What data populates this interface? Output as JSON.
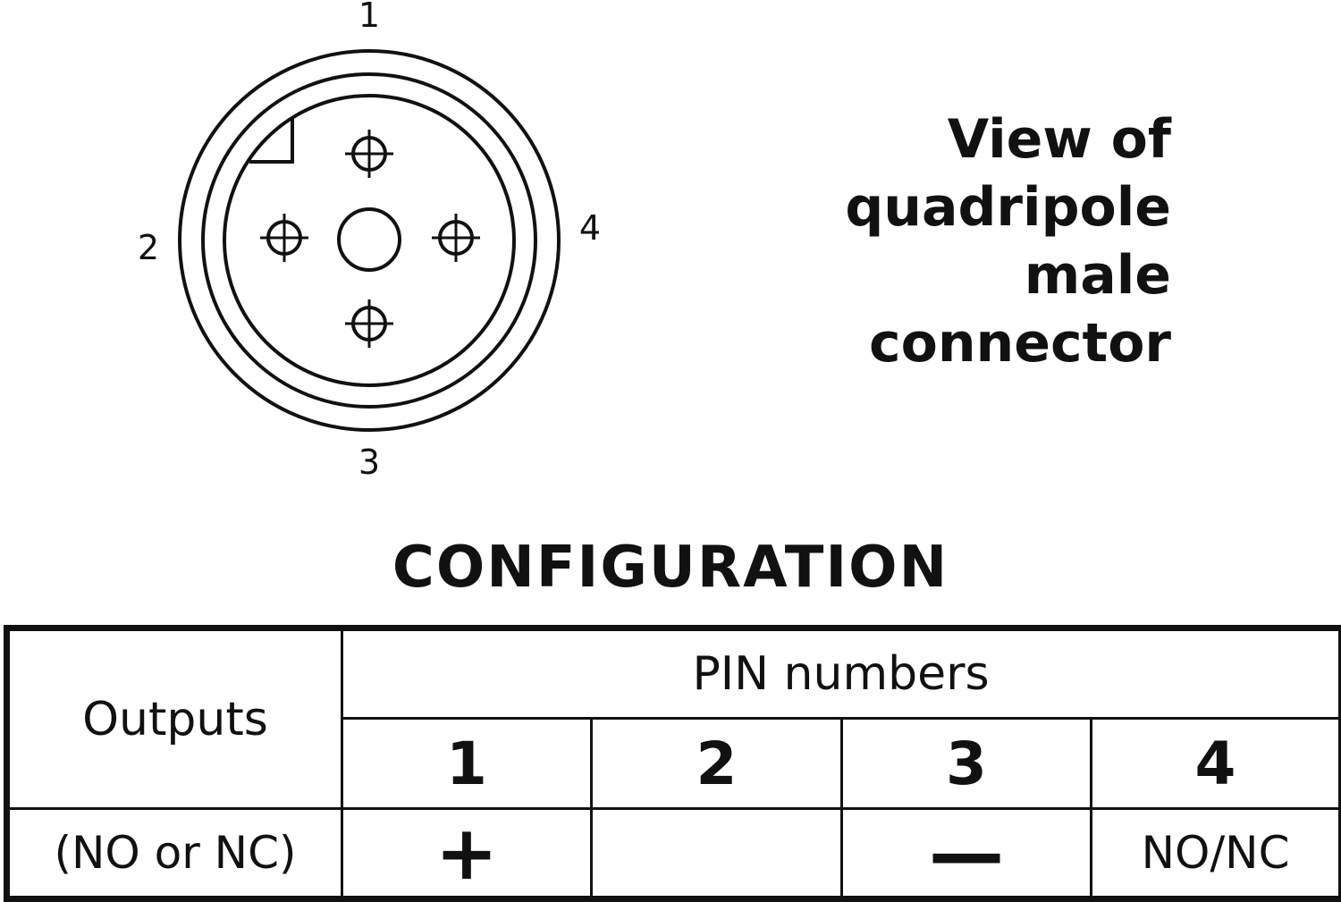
{
  "connector": {
    "pin_labels": {
      "top": "1",
      "left": "2",
      "bottom": "3",
      "right": "4"
    }
  },
  "view_title_lines": [
    "View of",
    "quadripole",
    "male",
    "connector"
  ],
  "config_title": "CONFIGURATION",
  "table": {
    "header_outputs": "Outputs",
    "header_pins": "PIN numbers",
    "pin_numbers": [
      "1",
      "2",
      "3",
      "4"
    ],
    "row": {
      "label": "(NO or NC)",
      "values": [
        "+",
        "",
        "—",
        "NO/NC"
      ]
    }
  }
}
